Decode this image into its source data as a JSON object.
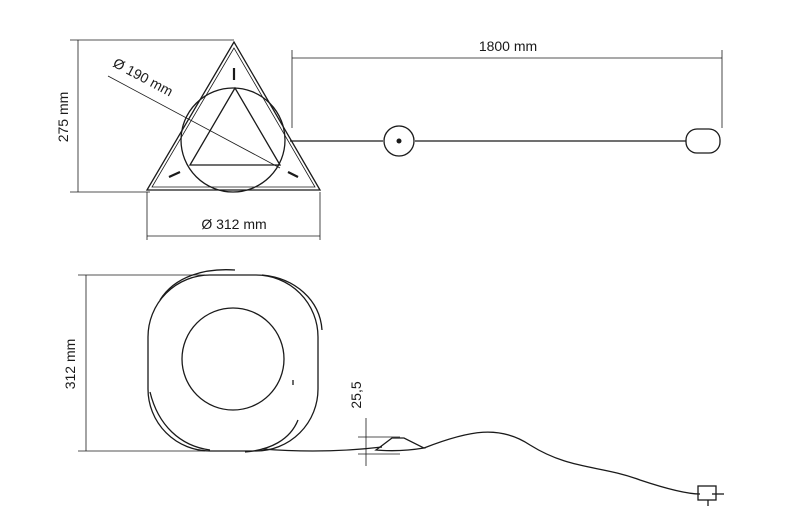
{
  "diagram": {
    "top_view": {
      "height_label": "275 mm",
      "inner_diameter_label": "Ø 190 mm",
      "base_diameter_label": "Ø 312 mm",
      "cable_length_label": "1800 mm"
    },
    "bottom_view": {
      "diameter_label": "312 mm",
      "switch_height_label": "25,5"
    }
  }
}
